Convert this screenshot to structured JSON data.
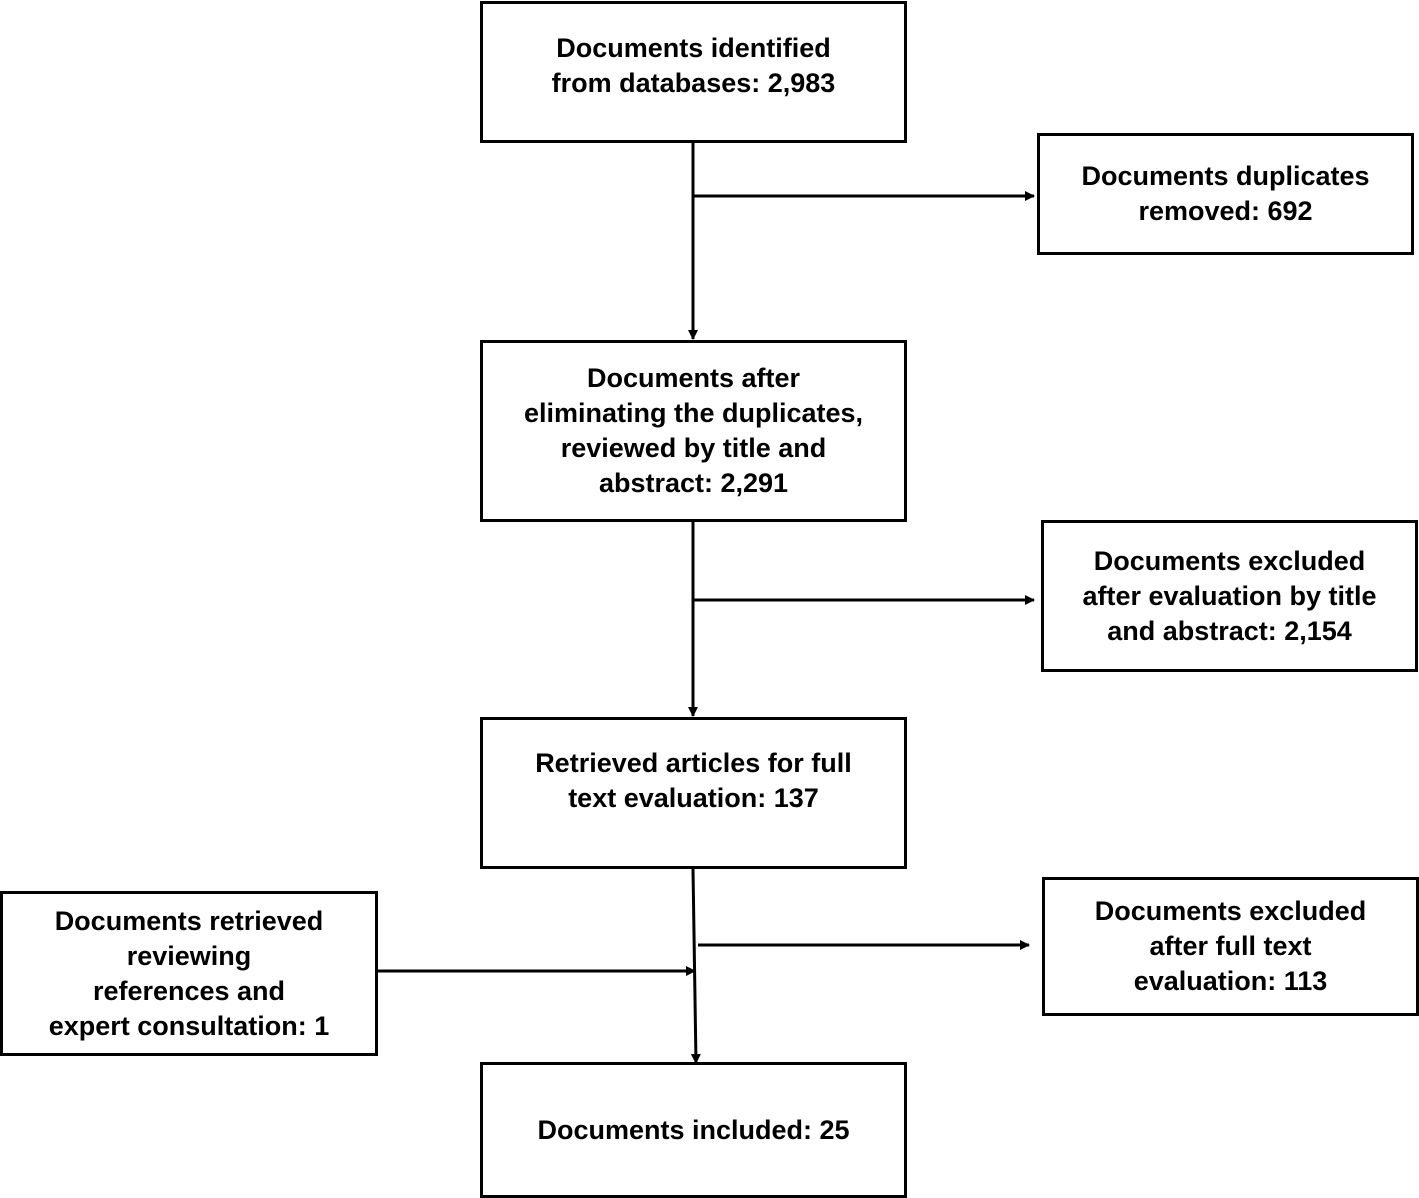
{
  "flowchart": {
    "boxes": {
      "identified": "Documents identified\nfrom databases: 2,983",
      "duplicates_removed": "Documents duplicates\nremoved: 692",
      "screened": "Documents after\neliminating the duplicates,\nreviewed by title and\nabstract: 2,291",
      "excluded_title_abstract": "Documents excluded\nafter evaluation by title\nand abstract: 2,154",
      "full_text": "Retrieved articles for full\ntext evaluation: 137",
      "other_sources": "Documents retrieved\nreviewing\nreferences and\nexpert consultation: 1",
      "excluded_full_text": "Documents excluded\nafter full text\nevaluation: 113",
      "included": "Documents included: 25"
    },
    "colors": {
      "stroke": "#000000",
      "background": "#ffffff",
      "text": "#000000"
    }
  }
}
